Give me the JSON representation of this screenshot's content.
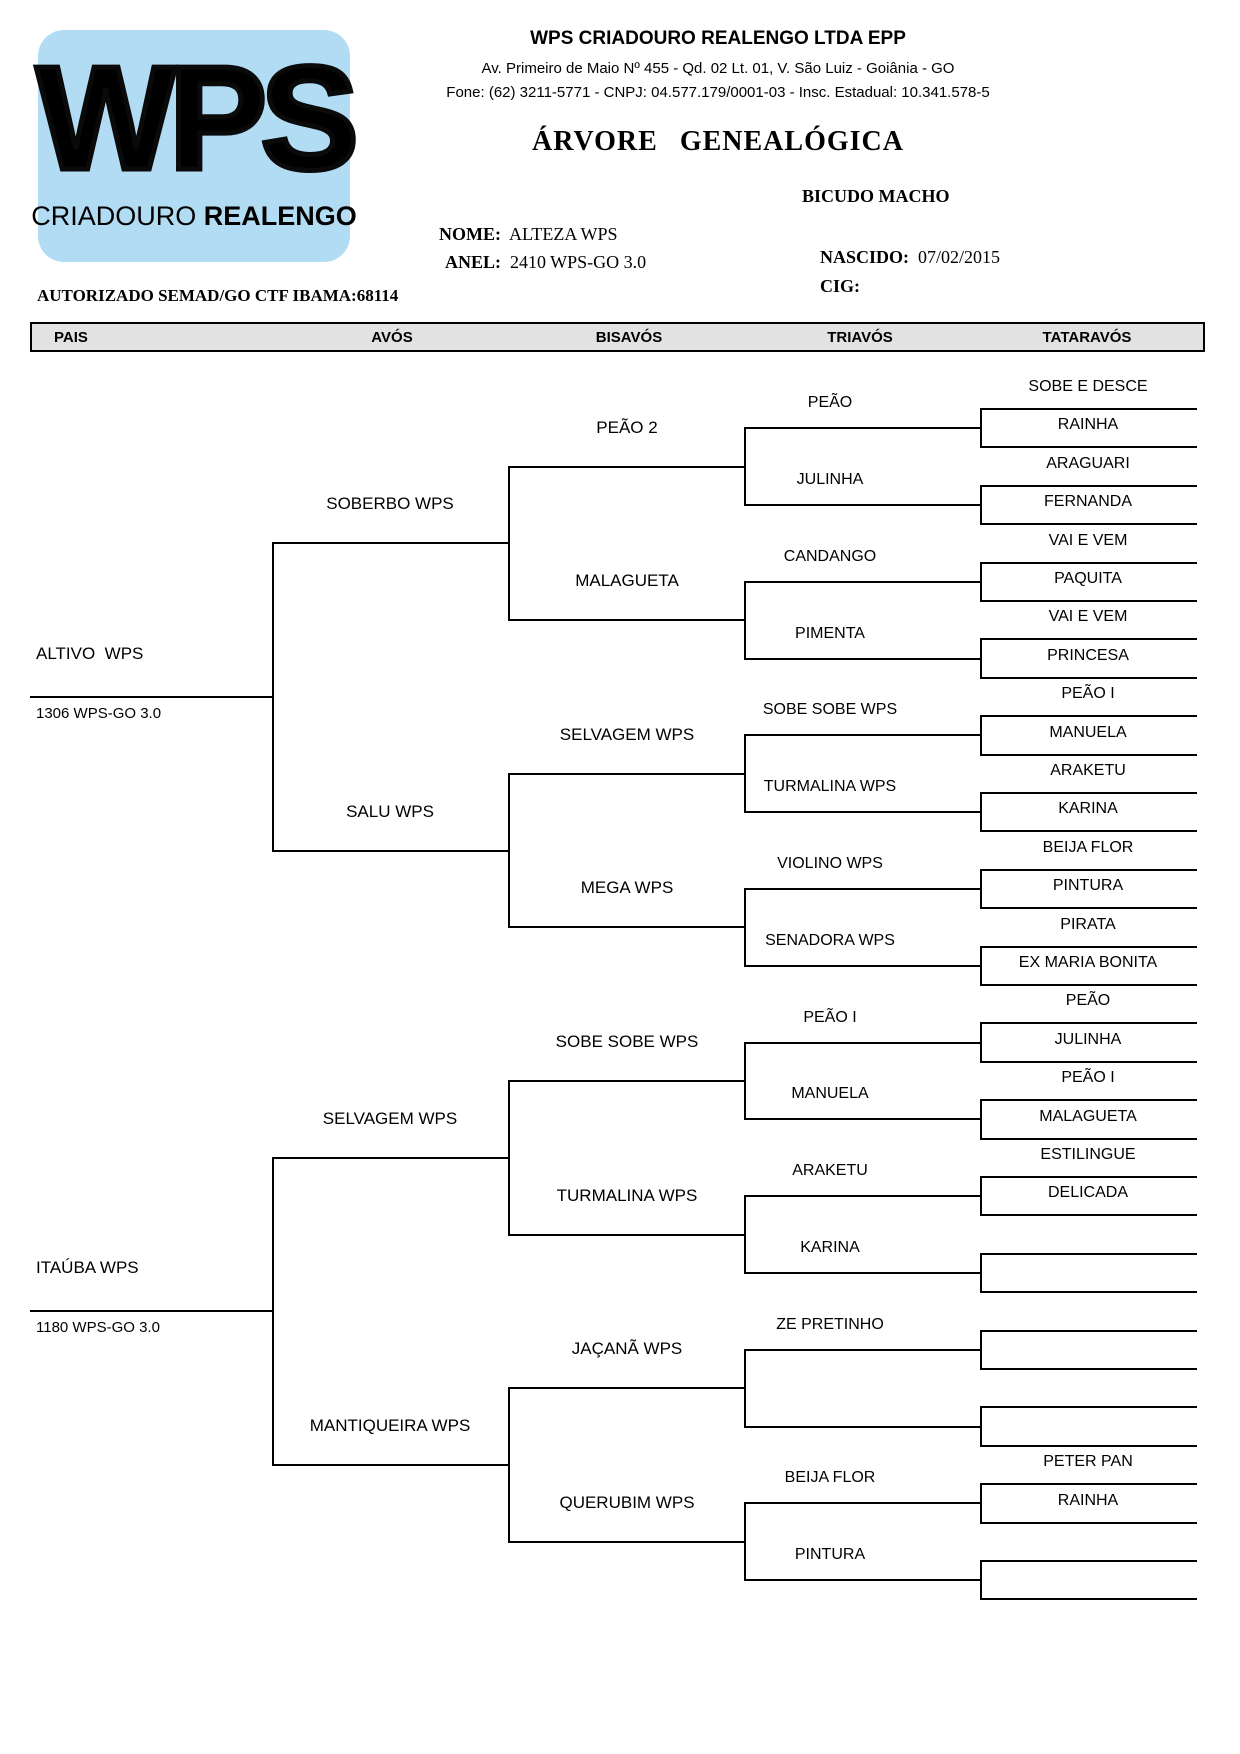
{
  "logo": {
    "acronym": "WPS",
    "subtitle_regular": "CRIADOURO",
    "subtitle_bold": "REALENGO"
  },
  "authorization": "AUTORIZADO SEMAD/GO CTF IBAMA:68114",
  "company": {
    "name": "WPS CRIADOURO REALENGO LTDA EPP",
    "address": "Av. Primeiro de Maio Nº 455 - Qd. 02 Lt. 01, V. São Luiz  - Goiânia - GO",
    "contact": "Fone: (62) 3211-5771  -  CNPJ: 04.577.179/0001-03  -  Insc. Estadual: 10.341.578-5"
  },
  "title": "ÁRVORE GENEALÓGICA",
  "bird": {
    "nome_label": "NOME:",
    "nome": "ALTEZA WPS",
    "anel_label": "ANEL:",
    "anel": "2410 WPS-GO 3.0",
    "species": "BICUDO MACHO",
    "nascido_label": "NASCIDO:",
    "nascido": "07/02/2015",
    "cig_label": "CIG:",
    "cig": ""
  },
  "columns": {
    "headers": [
      "PAIS",
      "AVÓS",
      "BISAVÓS",
      "TRIAVÓS",
      "TATARAVÓS"
    ]
  },
  "pedigree": {
    "father": {
      "name": "ALTIVO  WPS",
      "ring": "1306 WPS-GO 3.0",
      "father": {
        "name": "SOBERBO WPS",
        "father": {
          "name": "PEÃO 2",
          "father": {
            "name": "PEÃO",
            "father": {
              "name": "SOBE E DESCE"
            },
            "mother": {
              "name": "RAINHA"
            }
          },
          "mother": {
            "name": "JULINHA",
            "father": {
              "name": "ARAGUARI"
            },
            "mother": {
              "name": "FERNANDA"
            }
          }
        },
        "mother": {
          "name": "MALAGUETA",
          "father": {
            "name": "CANDANGO",
            "father": {
              "name": "VAI E VEM"
            },
            "mother": {
              "name": "PAQUITA"
            }
          },
          "mother": {
            "name": "PIMENTA",
            "father": {
              "name": "VAI E VEM"
            },
            "mother": {
              "name": "PRINCESA"
            }
          }
        }
      },
      "mother": {
        "name": "SALU WPS",
        "father": {
          "name": "SELVAGEM WPS",
          "father": {
            "name": "SOBE SOBE WPS",
            "father": {
              "name": "PEÃO I"
            },
            "mother": {
              "name": "MANUELA"
            }
          },
          "mother": {
            "name": "TURMALINA WPS",
            "father": {
              "name": "ARAKETU"
            },
            "mother": {
              "name": "KARINA"
            }
          }
        },
        "mother": {
          "name": "MEGA WPS",
          "father": {
            "name": "VIOLINO WPS",
            "father": {
              "name": "BEIJA FLOR"
            },
            "mother": {
              "name": "PINTURA"
            }
          },
          "mother": {
            "name": "SENADORA WPS",
            "father": {
              "name": "PIRATA"
            },
            "mother": {
              "name": "EX MARIA BONITA"
            }
          }
        }
      }
    },
    "mother": {
      "name": "ITAÚBA WPS",
      "ring": "1180 WPS-GO 3.0",
      "father": {
        "name": "SELVAGEM WPS",
        "father": {
          "name": "SOBE SOBE WPS",
          "father": {
            "name": "PEÃO I",
            "father": {
              "name": "PEÃO"
            },
            "mother": {
              "name": "JULINHA"
            }
          },
          "mother": {
            "name": "MANUELA",
            "father": {
              "name": "PEÃO I"
            },
            "mother": {
              "name": "MALAGUETA"
            }
          }
        },
        "mother": {
          "name": "TURMALINA WPS",
          "father": {
            "name": "ARAKETU",
            "father": {
              "name": "ESTILINGUE"
            },
            "mother": {
              "name": "DELICADA"
            }
          },
          "mother": {
            "name": "KARINA",
            "father": {
              "name": ""
            },
            "mother": {
              "name": ""
            }
          }
        }
      },
      "mother": {
        "name": "MANTIQUEIRA WPS",
        "father": {
          "name": "JAÇANÃ WPS",
          "father": {
            "name": "ZE PRETINHO",
            "father": {
              "name": ""
            },
            "mother": {
              "name": ""
            }
          },
          "mother": {
            "name": "",
            "father": {
              "name": ""
            },
            "mother": {
              "name": ""
            }
          }
        },
        "mother": {
          "name": "QUERUBIM WPS",
          "father": {
            "name": "BEIJA FLOR",
            "father": {
              "name": "PETER PAN"
            },
            "mother": {
              "name": "RAINHA"
            }
          },
          "mother": {
            "name": "PINTURA",
            "father": {
              "name": ""
            },
            "mother": {
              "name": ""
            }
          }
        }
      }
    }
  }
}
